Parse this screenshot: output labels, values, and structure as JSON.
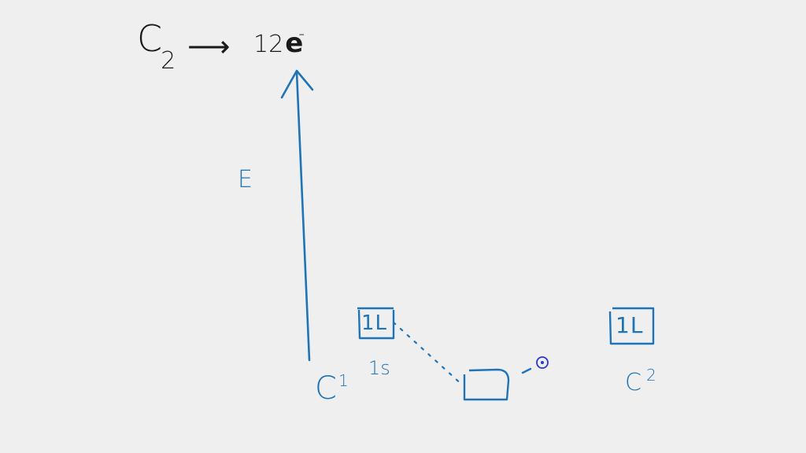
{
  "header": {
    "formula_base": "C",
    "formula_sub": "2",
    "arrow": "⟶",
    "electrons_count": "12",
    "electron_symbol": "e",
    "electron_charge": "-"
  },
  "axis": {
    "label": "E"
  },
  "atoms": {
    "left": {
      "label_base": "C",
      "label_sup": "1",
      "orbital_label": "1s",
      "orbital_spins": "1L"
    },
    "right": {
      "label_base": "C",
      "label_sup": "2",
      "orbital_spins": "1L"
    }
  },
  "colors": {
    "ink_black": "#1a1a1a",
    "ink_blue": "#1f74b7",
    "cursor": "#2a35d6",
    "background": "#efefef"
  }
}
